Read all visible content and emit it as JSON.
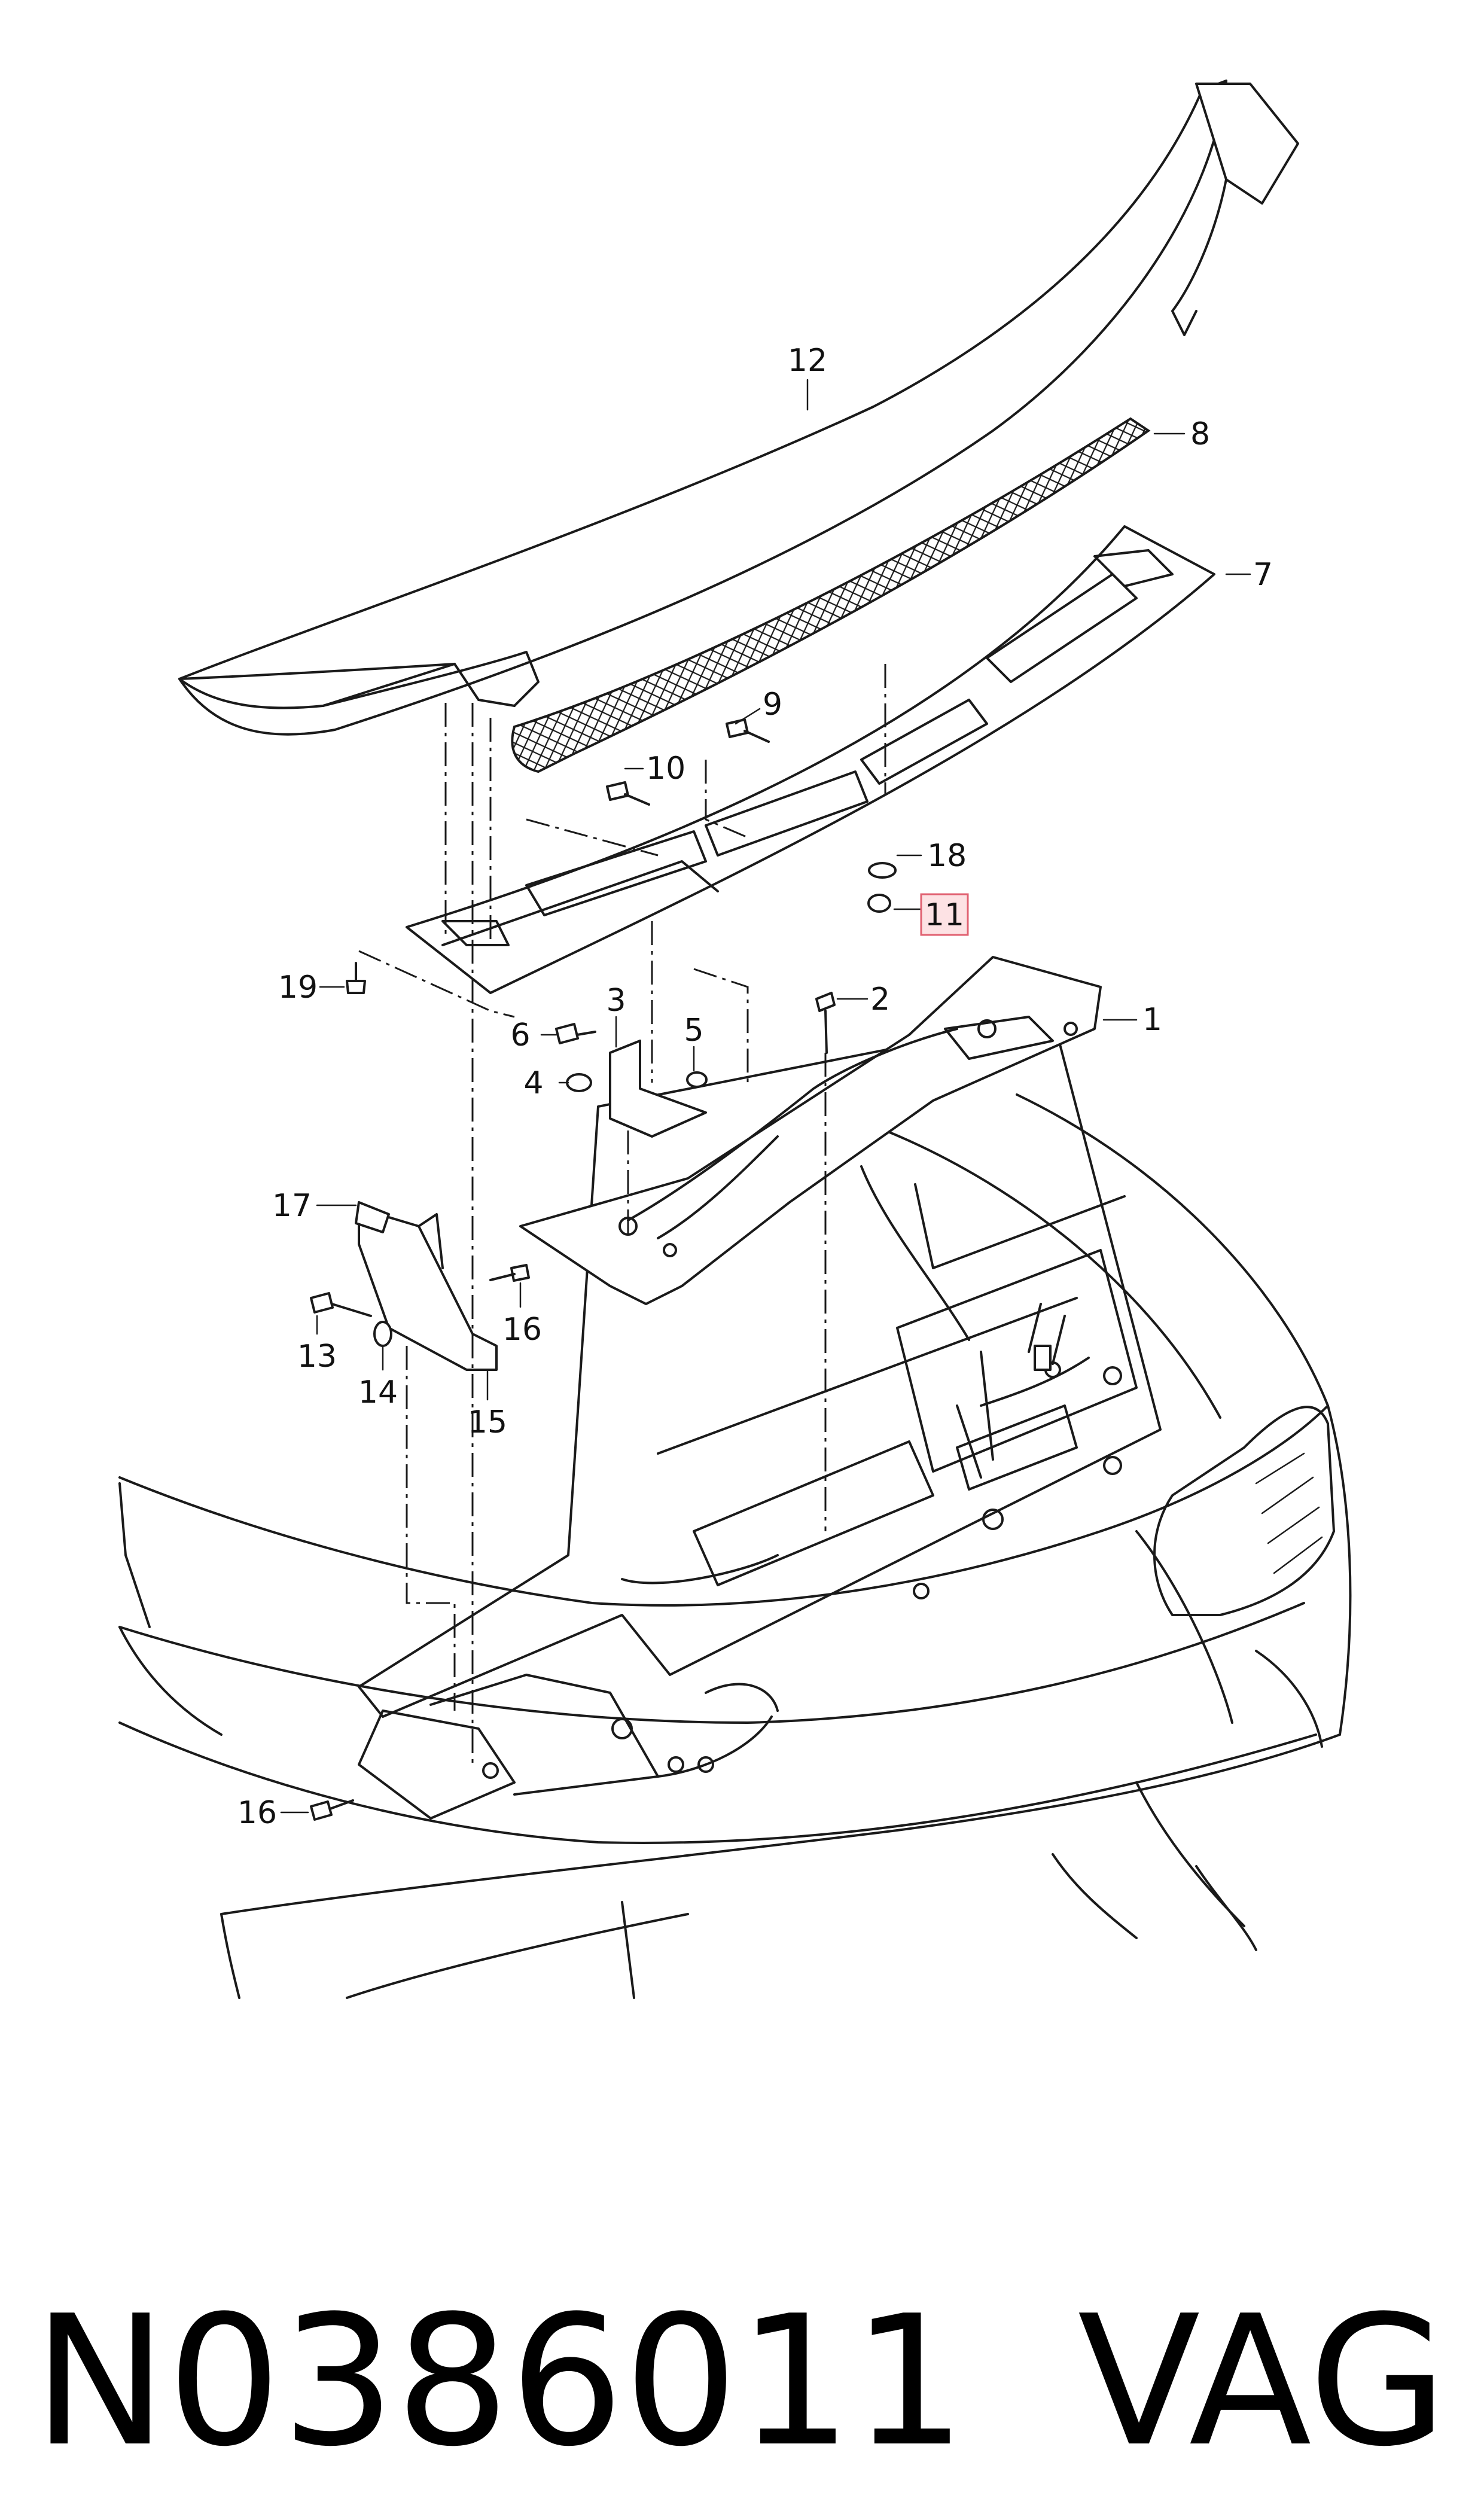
{
  "callouts": [
    {
      "id": "c1",
      "label": "1"
    },
    {
      "id": "c2",
      "label": "2"
    },
    {
      "id": "c3",
      "label": "3"
    },
    {
      "id": "c4",
      "label": "4"
    },
    {
      "id": "c5",
      "label": "5"
    },
    {
      "id": "c6",
      "label": "6"
    },
    {
      "id": "c7",
      "label": "7"
    },
    {
      "id": "c8",
      "label": "8"
    },
    {
      "id": "c9",
      "label": "9"
    },
    {
      "id": "c10",
      "label": "10"
    },
    {
      "id": "c11",
      "label": "11",
      "highlighted": true
    },
    {
      "id": "c12",
      "label": "12"
    },
    {
      "id": "c13",
      "label": "13"
    },
    {
      "id": "c14",
      "label": "14"
    },
    {
      "id": "c15",
      "label": "15"
    },
    {
      "id": "c16a",
      "label": "16"
    },
    {
      "id": "c16b",
      "label": "16"
    },
    {
      "id": "c17",
      "label": "17"
    },
    {
      "id": "c18",
      "label": "18"
    },
    {
      "id": "c19",
      "label": "19"
    }
  ],
  "footer": {
    "part_number": "N0386011",
    "brand": "VAG"
  },
  "colors": {
    "line": "#1a1a1a",
    "highlight_fill": "#fde2e4",
    "highlight_stroke": "#e06070",
    "background": "#ffffff"
  }
}
